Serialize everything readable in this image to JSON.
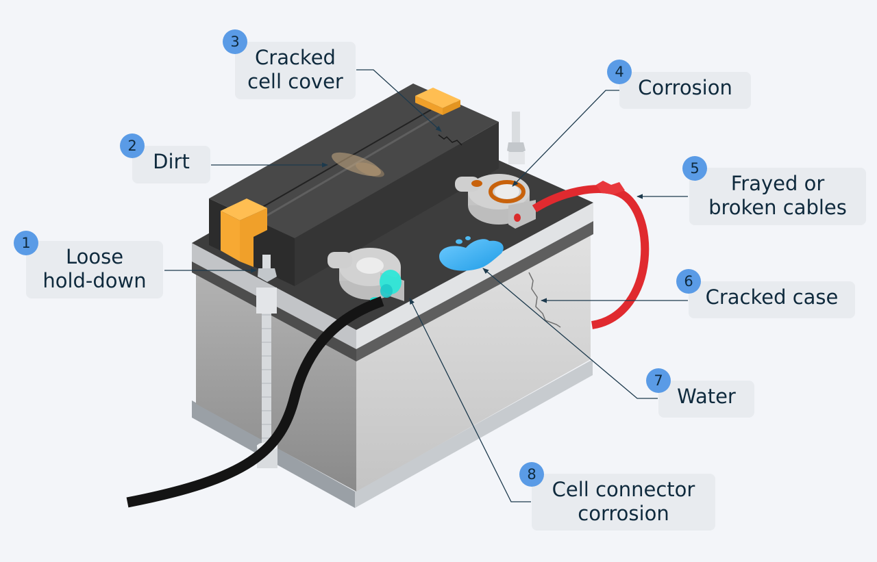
{
  "title": "Car battery inspection points",
  "colors": {
    "background": "#f3f5f9",
    "label_bg": "#e8ebef",
    "label_text": "#0f2a3d",
    "badge": "#5a9be6",
    "battery_top": "#3f3f3f",
    "battery_case": "#c9c9c9",
    "vent_caps": "#f7a933",
    "cable_positive": "#e02a2f",
    "cable_negative": "#121212",
    "water": "#3fb0f0",
    "corrosion": "#c8620c",
    "cell_corrosion": "#26e8d8"
  },
  "callouts": [
    {
      "number": "1",
      "lines": [
        "Loose",
        "hold-down"
      ]
    },
    {
      "number": "2",
      "lines": [
        "Dirt"
      ]
    },
    {
      "number": "3",
      "lines": [
        "Cracked",
        "cell cover"
      ]
    },
    {
      "number": "4",
      "lines": [
        "Corrosion"
      ]
    },
    {
      "number": "5",
      "lines": [
        "Frayed or",
        "broken cables"
      ]
    },
    {
      "number": "6",
      "lines": [
        "Cracked case"
      ]
    },
    {
      "number": "7",
      "lines": [
        "Water"
      ]
    },
    {
      "number": "8",
      "lines": [
        "Cell connector",
        "corrosion"
      ]
    }
  ]
}
